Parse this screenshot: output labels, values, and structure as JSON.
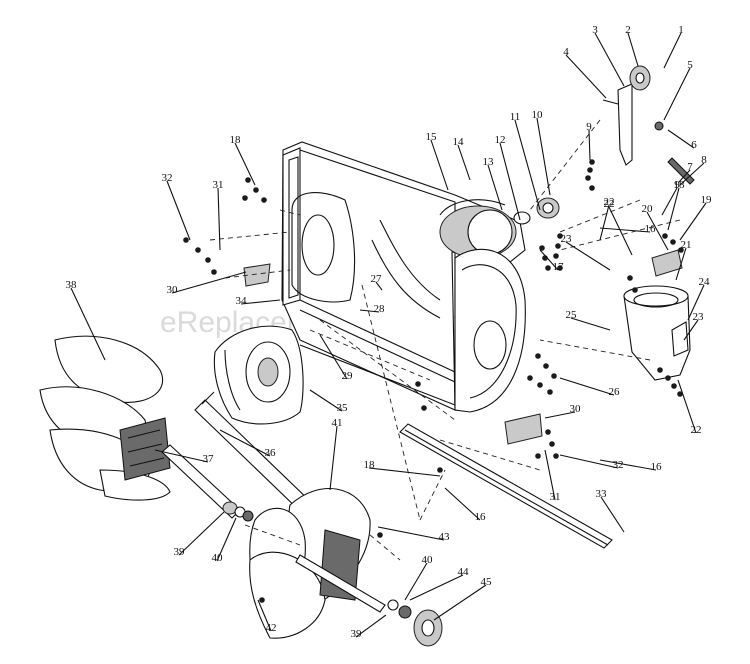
{
  "watermark": "eReplacementParts.com",
  "callouts": [
    "1",
    "2",
    "3",
    "4",
    "5",
    "6",
    "7",
    "8",
    "9",
    "9",
    "10",
    "11",
    "12",
    "13",
    "14",
    "15",
    "16",
    "16",
    "16",
    "17",
    "18",
    "18",
    "18",
    "19",
    "20",
    "21",
    "22",
    "22",
    "22",
    "23",
    "23",
    "24",
    "25",
    "26",
    "27",
    "28",
    "29",
    "30",
    "30",
    "31",
    "31",
    "32",
    "32",
    "33",
    "34",
    "35",
    "36",
    "37",
    "38",
    "39",
    "39",
    "40",
    "40",
    "41",
    "42",
    "43",
    "44",
    "45"
  ]
}
